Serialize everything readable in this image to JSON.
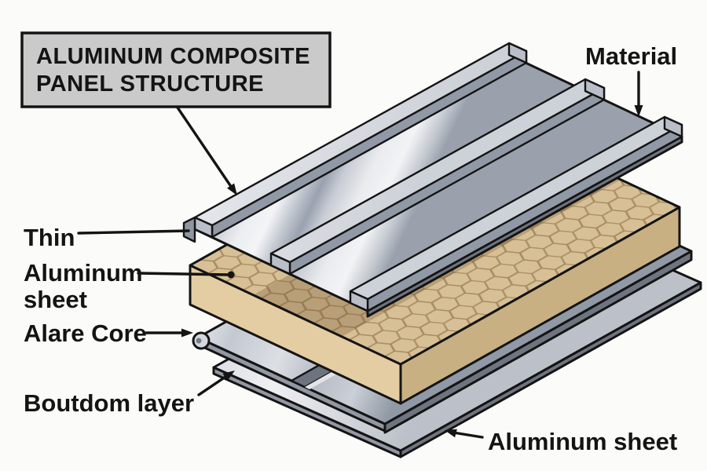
{
  "title": {
    "line1": "ALUMINUM COMPOSITE",
    "line2": "PANEL STRUCTURE"
  },
  "labels": {
    "material": "Material",
    "thin": "Thin",
    "aluminum_sheet_left": {
      "line1": "Aluminum",
      "line2": "sheet"
    },
    "alare_core": "Alare Core",
    "boutdom_layer": "Boutdom layer",
    "aluminum_sheet_bottom": "Aluminum sheet"
  },
  "diagram": {
    "type": "exploded-isometric-panel-cutaway",
    "layers": [
      "top-corrugated-aluminum-sheet",
      "honeycomb-core",
      "bottom-profiled-aluminum-layer",
      "flat-aluminum-sheet"
    ]
  },
  "colors": {
    "bg": "#fbfbf9",
    "ink": "#141414",
    "title_box": "#cacaca",
    "metal_light": "#eef0f3",
    "metal_mid": "#b8bdc7",
    "metal_dark": "#8d95a2",
    "rib_side": "#9199a6",
    "rib_cap": "#b9bec8",
    "core_top": "#d8c096",
    "core_end": "#e4cda2",
    "core_side": "#c8b082",
    "honeycomb_line": "#a88c62",
    "sheet_edge": "#6f7580"
  }
}
